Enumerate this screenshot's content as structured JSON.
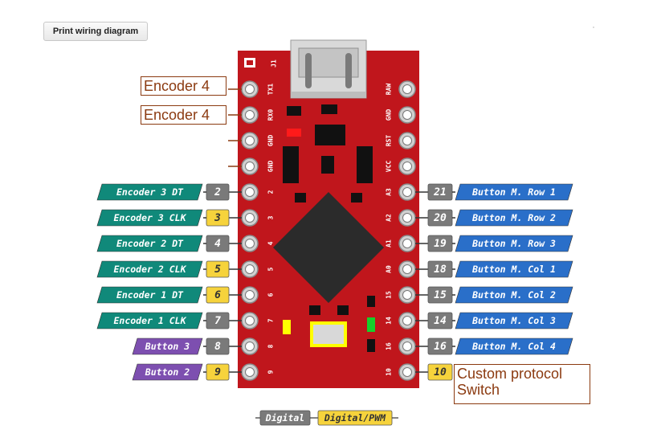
{
  "toolbar": {
    "print_label": "Print wiring diagram"
  },
  "board": {
    "left_header": [
      "J1"
    ],
    "left_pins": [
      {
        "silk": "TX1"
      },
      {
        "silk": "RX0"
      },
      {
        "silk": "GND"
      },
      {
        "silk": "GND"
      },
      {
        "silk": "2",
        "num": "2",
        "num_type": "digital",
        "label": "Encoder 3 DT",
        "label_color": "#10897a"
      },
      {
        "silk": "3",
        "num": "3",
        "num_type": "pwm",
        "label": "Encoder 3 CLK",
        "label_color": "#10897a"
      },
      {
        "silk": "4",
        "num": "4",
        "num_type": "digital",
        "label": "Encoder 2 DT",
        "label_color": "#10897a"
      },
      {
        "silk": "5",
        "num": "5",
        "num_type": "pwm",
        "label": "Encoder 2 CLK",
        "label_color": "#10897a"
      },
      {
        "silk": "6",
        "num": "6",
        "num_type": "pwm",
        "label": "Encoder 1 DT",
        "label_color": "#10897a"
      },
      {
        "silk": "7",
        "num": "7",
        "num_type": "digital",
        "label": "Encoder 1 CLK",
        "label_color": "#10897a"
      },
      {
        "silk": "8",
        "num": "8",
        "num_type": "digital",
        "label": "Button 3",
        "label_color": "#7d4fb0"
      },
      {
        "silk": "9",
        "num": "9",
        "num_type": "pwm",
        "label": "Button 2",
        "label_color": "#7d4fb0"
      }
    ],
    "right_pins": [
      {
        "silk": "RAW"
      },
      {
        "silk": "GND"
      },
      {
        "silk": "RST"
      },
      {
        "silk": "VCC"
      },
      {
        "silk": "A3",
        "num": "21",
        "num_type": "digital",
        "label": "Button M. Row 1",
        "label_color": "#2a6fc9"
      },
      {
        "silk": "A2",
        "num": "20",
        "num_type": "digital",
        "label": "Button M. Row 2",
        "label_color": "#2a6fc9"
      },
      {
        "silk": "A1",
        "num": "19",
        "num_type": "digital",
        "label": "Button M. Row 3",
        "label_color": "#2a6fc9"
      },
      {
        "silk": "A0",
        "num": "18",
        "num_type": "digital",
        "label": "Button M. Col 1",
        "label_color": "#2a6fc9"
      },
      {
        "silk": "15",
        "num": "15",
        "num_type": "digital",
        "label": "Button M. Col 2",
        "label_color": "#2a6fc9"
      },
      {
        "silk": "14",
        "num": "14",
        "num_type": "digital",
        "label": "Button M. Col 3",
        "label_color": "#2a6fc9"
      },
      {
        "silk": "16",
        "num": "16",
        "num_type": "digital",
        "label": "Button M. Col 4",
        "label_color": "#2a6fc9"
      },
      {
        "silk": "10",
        "num": "10",
        "num_type": "pwm"
      }
    ]
  },
  "annotations": {
    "tx1": "Encoder 4",
    "rx0": "Encoder 4",
    "pin10_line1": "Custom protocol",
    "pin10_line2": "Switch"
  },
  "legend": {
    "digital": "Digital",
    "pwm": "Digital/PWM"
  },
  "colors": {
    "board_red": "#c0161c",
    "digital_gray": "#7a7a7a",
    "pwm_yellow": "#f6d33c",
    "annotation_brown": "#8b3a10"
  }
}
